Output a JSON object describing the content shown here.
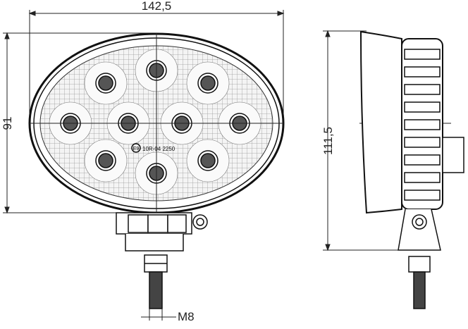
{
  "dimensions": {
    "width": "142,5",
    "height": "91",
    "depth": "111,5",
    "thread": "M8"
  },
  "marking": {
    "approval_symbol": "E9",
    "code": "10R-04 2250"
  },
  "leds": [
    {
      "row": 1,
      "col": 1
    },
    {
      "row": 1,
      "col": 2
    },
    {
      "row": 1,
      "col": 3
    },
    {
      "row": 2,
      "col": 1
    },
    {
      "row": 2,
      "col": 2
    },
    {
      "row": 2,
      "col": 3
    },
    {
      "row": 2,
      "col": 4
    },
    {
      "row": 3,
      "col": 1
    },
    {
      "row": 3,
      "col": 2
    },
    {
      "row": 3,
      "col": 3
    }
  ],
  "colors": {
    "line": "#1a1a1a",
    "led": "#555555",
    "lens": "#f2f2f2"
  }
}
